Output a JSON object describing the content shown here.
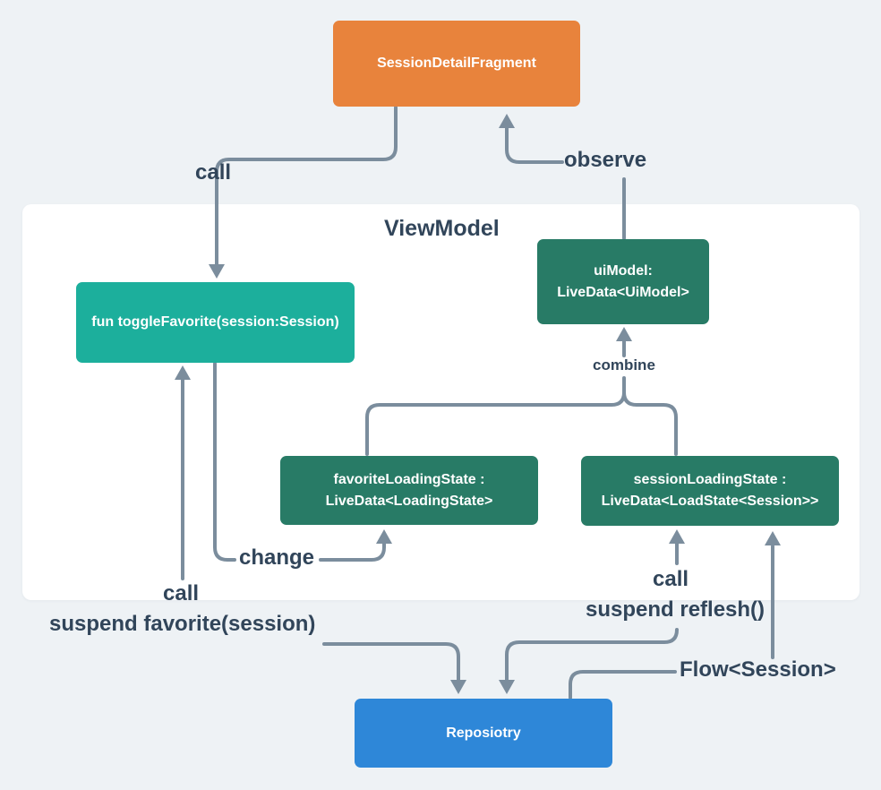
{
  "palette": {
    "background": "#eef2f5",
    "container_bg": "#ffffff",
    "fragment_orange": "#e8833c",
    "function_teal": "#1caf9c",
    "livedata_green": "#287b66",
    "repository_blue": "#2e87d8",
    "line_gray": "#7b8d9d",
    "label_text": "#31455a"
  },
  "container": {
    "title": "ViewModel"
  },
  "nodes": {
    "fragment": {
      "label": "SessionDetailFragment"
    },
    "toggle_favorite": {
      "label": "fun toggleFavorite(session:Session)"
    },
    "ui_model": {
      "line1": "uiModel:",
      "line2": "LiveData<UiModel>"
    },
    "favorite_loading": {
      "line1": "favoriteLoadingState :",
      "line2": "LiveData<LoadingState>"
    },
    "session_loading": {
      "line1": "sessionLoadingState :",
      "line2": "LiveData<LoadState<Session>>"
    },
    "repository": {
      "label": "Reposiotry"
    }
  },
  "edge_labels": {
    "call_top": "call",
    "observe": "observe",
    "combine": "combine",
    "change": "change",
    "call_bottom_left": "call",
    "suspend_favorite": "suspend favorite(session)",
    "call_bottom_right": "call",
    "suspend_reflesh": "suspend reflesh()",
    "flow_session": "Flow<Session>"
  }
}
